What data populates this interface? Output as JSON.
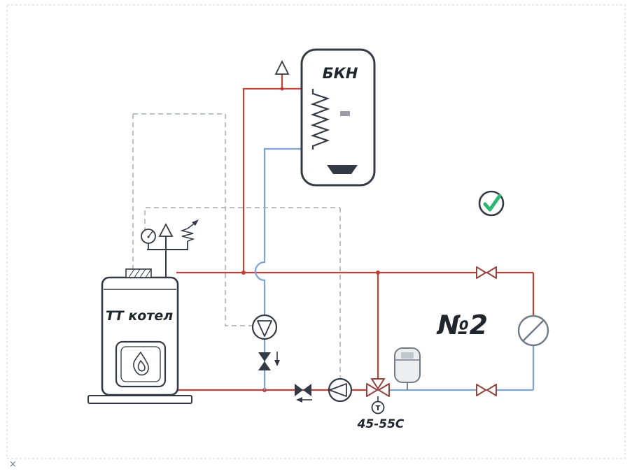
{
  "diagram": {
    "title": "solid-fuel boiler with indirect water heater piping scheme",
    "labels": {
      "tank": "БКН",
      "boiler": "ТТ котел",
      "circuit": "№2",
      "mix_temp": "45-55С",
      "thermometer": "T",
      "corner_mark": "×"
    },
    "symbols": [
      "indirect-water-heater",
      "solid-fuel-boiler",
      "circulation-pump-dhw",
      "circulation-pump-heating",
      "three-way-mixing-valve",
      "check-valve",
      "ball-valve-supply",
      "ball-valve-return",
      "expansion-tank",
      "pressure-gauge",
      "air-vent",
      "safety-valve",
      "shutoff-circle",
      "approved-checkmark",
      "flame"
    ]
  },
  "colors": {
    "supply": "#bf4138",
    "return": "#7ba3d4",
    "outline": "#333a45",
    "dashline": "#a7abb2",
    "valve": "#96423c",
    "green": "#2bb673",
    "muted": "#707a88",
    "textcolor": "#20262e",
    "border": "#ccd0d6",
    "pocket": "#989da6",
    "tankfill": "#eceef0",
    "tankinner": "#c2c7ce"
  }
}
